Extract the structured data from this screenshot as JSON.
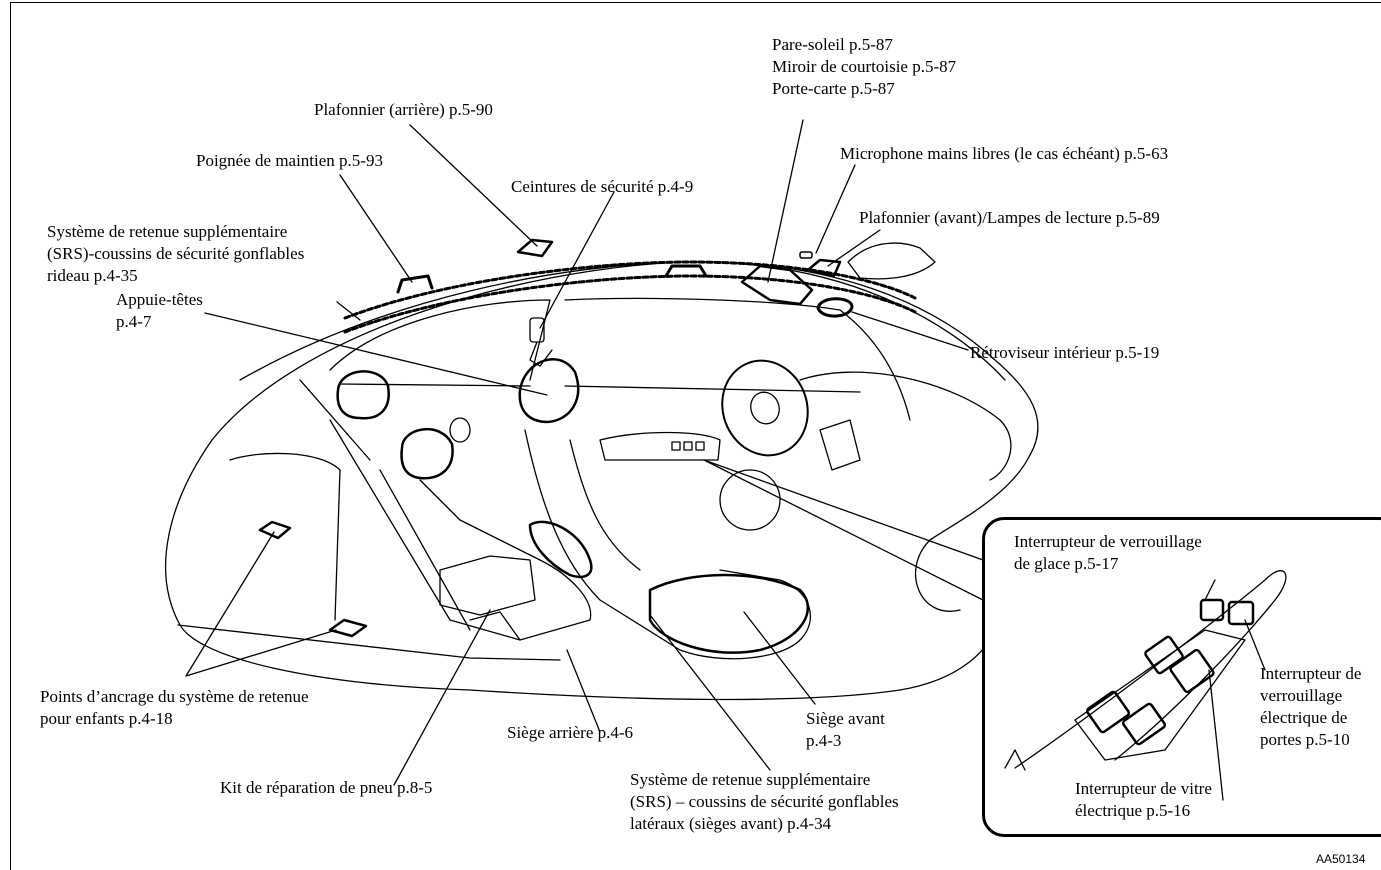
{
  "labels": {
    "pare_soleil": [
      "Pare-soleil p.5-87",
      "Miroir de courtoisie p.5-87",
      "Porte-carte p.5-87"
    ],
    "plafonnier_arriere": [
      "Plafonnier (arrière) p.5-90"
    ],
    "microphone": [
      "Microphone mains libres (le cas échéant) p.5-63"
    ],
    "poignee": [
      "Poignée de maintien p.5-93"
    ],
    "ceintures": [
      "Ceintures de sécurité p.4-9"
    ],
    "plafonnier_avant": [
      "Plafonnier (avant)/Lampes de lecture p.5-89"
    ],
    "srs_rideau": [
      "Système de retenue supplémentaire",
      "(SRS)-coussins de sécurité gonflables",
      "rideau p.4-35"
    ],
    "appuie_tetes": [
      "Appuie-têtes",
      "p.4-7"
    ],
    "retroviseur": [
      "Rétroviseur intérieur p.5-19"
    ],
    "points_ancrage": [
      "Points d’ancrage du système de retenue",
      "pour enfants p.4-18"
    ],
    "siege_arriere": [
      "Siège arrière p.4-6"
    ],
    "siege_avant": [
      "Siège avant",
      "p.4-3"
    ],
    "kit_pneu": [
      "Kit de réparation de pneu p.8-5"
    ],
    "srs_lateraux": [
      "Système de retenue supplémentaire",
      "(SRS) – coussins de sécurité gonflables",
      "latéraux (sièges avant) p.4-34"
    ]
  },
  "inset": {
    "verrouillage_glace": [
      "Interrupteur de verrouillage",
      "de glace p.5-17"
    ],
    "verrouillage_portes": [
      "Interrupteur de",
      "verrouillage",
      "électrique de",
      "portes p.5-10"
    ],
    "vitre_electrique": [
      "Interrupteur de vitre",
      "électrique p.5-16"
    ]
  },
  "figure_code": "AA50134"
}
